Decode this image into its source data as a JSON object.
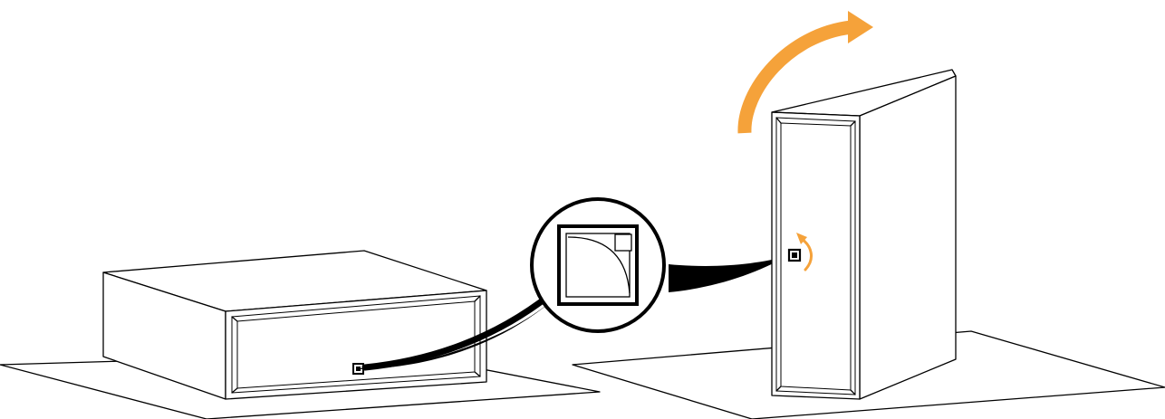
{
  "figure": {
    "kind": "installation-illustration",
    "scene": [
      "horizontal-unit-on-floor",
      "magnified-knob-callout",
      "vertical-tower-unit-on-floor"
    ],
    "colors": {
      "line": "#000000",
      "background": "#ffffff",
      "arrow_accent": "#F5A23A"
    },
    "icons": {
      "rotate_large": "curved-arrow-icon",
      "rotate_small": "rotate-knob-arrow-icon",
      "magnifier": "magnifier-callout"
    }
  }
}
